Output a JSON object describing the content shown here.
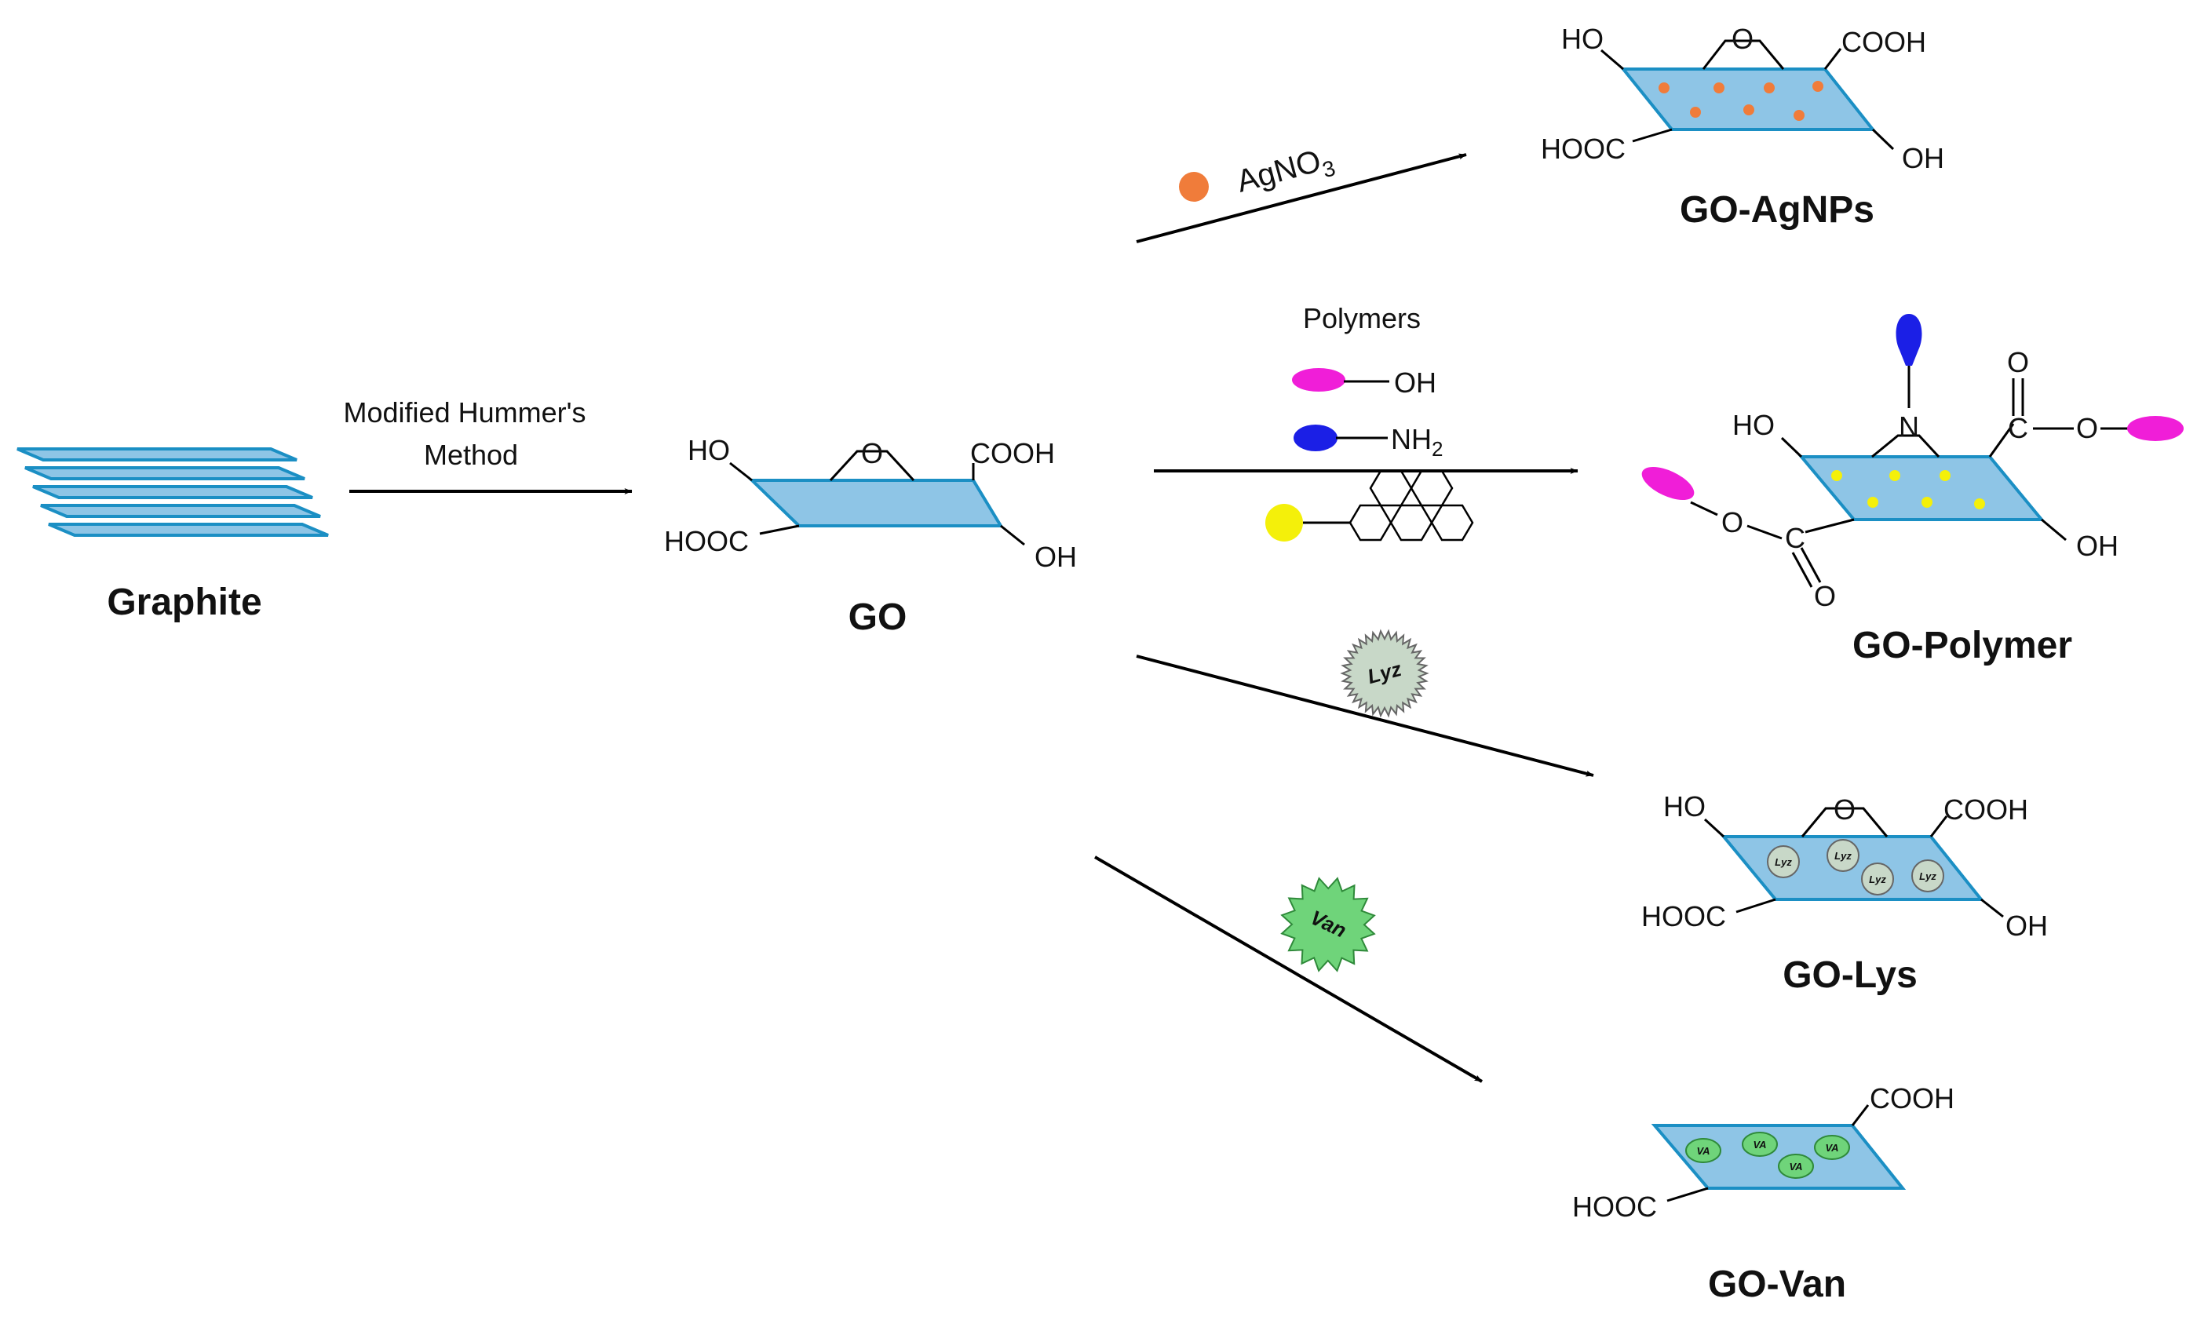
{
  "colors": {
    "sheet_fill": "#8ec5e6",
    "sheet_stroke": "#1b8fc4",
    "silver": "#f07c3a",
    "magenta": "#f01ed8",
    "blue": "#1b1fe6",
    "yellow": "#f4f00a",
    "lyz": "#c8d8c8",
    "van": "#6fd47a",
    "arrow": "#000000"
  },
  "graphite": {
    "label": "Graphite"
  },
  "step1": {
    "line1": "Modified Hummer's",
    "line2": "Method"
  },
  "go": {
    "label": "GO",
    "ho": "HO",
    "o": "O",
    "cooh": "COOH",
    "hooc": "HOOC",
    "oh": "OH"
  },
  "agnp": {
    "reagent": "AgNO",
    "reagent_sub": "3",
    "label": "GO-AgNPs",
    "ho": "HO",
    "o": "O",
    "cooh": "COOH",
    "hooc": "HOOC",
    "oh": "OH"
  },
  "polymer": {
    "heading": "Polymers",
    "oh": "OH",
    "nh2": "NH",
    "nh2_sub": "2",
    "label": "GO-Polymer",
    "ho": "HO",
    "n": "N",
    "o_top": "O",
    "o_ester": "O",
    "c_right": "C",
    "o_left": "O",
    "c_left": "C",
    "o_bottom": "O",
    "oh_right": "OH"
  },
  "lys": {
    "badge": "Lyz",
    "label": "GO-Lys",
    "ho": "HO",
    "o": "O",
    "cooh": "COOH",
    "hooc": "HOOC",
    "oh": "OH",
    "mini": "Lyz"
  },
  "van": {
    "badge": "Van",
    "label": "GO-Van",
    "cooh": "COOH",
    "hooc": "HOOC",
    "mini": "VA"
  }
}
